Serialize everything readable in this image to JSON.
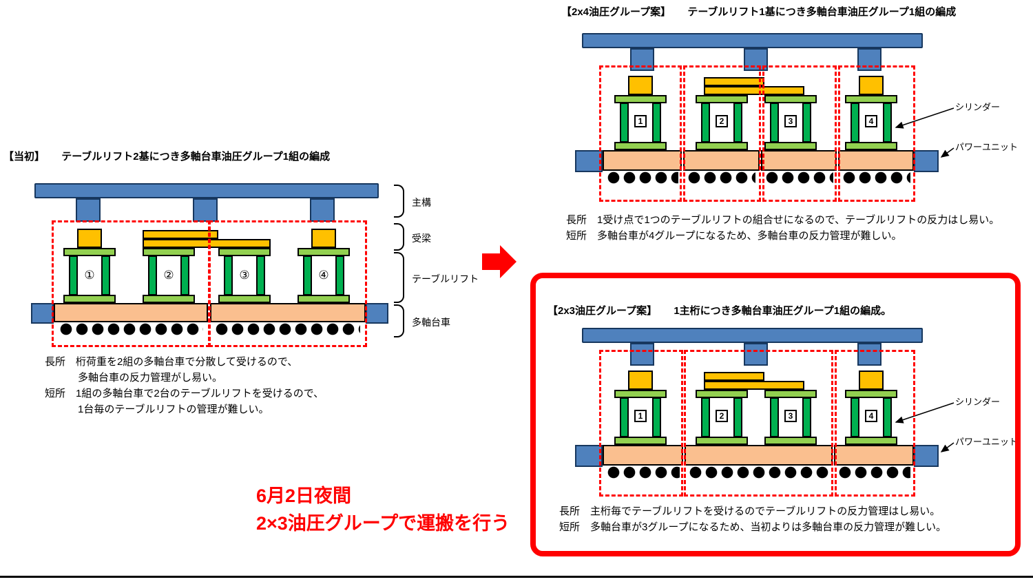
{
  "captions": {
    "highlight_line1": "6月2日夜間",
    "highlight_line2": "2×3油圧グループで運搬を行う"
  },
  "machines": {
    "initial": {
      "title_tag": "【当初】",
      "title_text": "テーブルリフト2基につき多軸台車油圧グループ1組の編成",
      "lift_numbers": [
        "①",
        "②",
        "③",
        "④"
      ],
      "part_labels": [
        "主構",
        "受梁",
        "テーブルリフト",
        "多軸台車"
      ],
      "notes": [
        "長所　桁荷重を2組の多軸台車で分散して受けるので、",
        "多軸台車の反力管理がし易い。",
        "短所　1組の多軸台車で2台のテーブルリフトを受けるので、",
        "1台毎のテーブルリフトの管理が難しい。"
      ]
    },
    "plan2x4": {
      "title_tag": "【2x4油圧グループ案】",
      "title_text": "テーブルリフト1基につき多軸台車油圧グループ1組の編成",
      "lift_numbers": [
        "1",
        "2",
        "3",
        "4"
      ],
      "part_labels": [
        "シリンダー",
        "パワーユニット"
      ],
      "notes": [
        "長所　1受け点で1つのテーブルリフトの組合せになるので、テーブルリフトの反力はし易い。",
        "短所　多軸台車が4グループになるため、多軸台車の反力管理が難しい。"
      ]
    },
    "plan2x3": {
      "title_tag": "【2x3油圧グループ案】",
      "title_text": "1主桁につき多軸台車油圧グループ1組の編成。",
      "lift_numbers": [
        "1",
        "2",
        "3",
        "4"
      ],
      "part_labels": [
        "シリンダー",
        "パワーユニット"
      ],
      "notes": [
        "長所　主桁毎でテーブルリフトを受けるのでテーブルリフトの反力管理はし易い。",
        "短所　多軸台車が3グループになるため、当初よりは多軸台車の反力管理が難しい。"
      ]
    }
  },
  "colors": {
    "girder_blue": "#4f81bd",
    "girder_border": "#17375e",
    "beam_yellow": "#ffc000",
    "lift_green": "#00b050",
    "plate_green": "#92d050",
    "carrier_orange": "#fabf8f",
    "highlight_red": "#ff0000"
  }
}
